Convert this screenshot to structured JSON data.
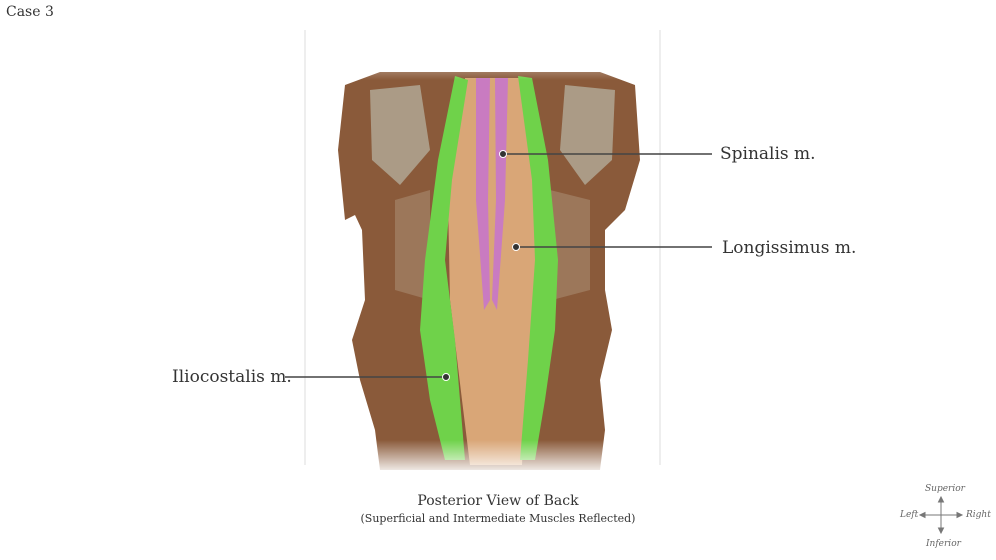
{
  "case_title": "Case 3",
  "labels": {
    "spinalis": "Spinalis m.",
    "longissimus": "Longissimus m.",
    "iliocostalis": "Iliocostalis m."
  },
  "caption": {
    "title": "Posterior View of Back",
    "subtitle": "(Superficial and Intermediate Muscles Reflected)"
  },
  "orientation": {
    "superior": "Superior",
    "inferior": "Inferior",
    "left": "Left",
    "right": "Right"
  },
  "colors": {
    "iliocostalis": "#6fd24a",
    "longissimus": "#d9a677",
    "spinalis": "#d98ad0",
    "tissue": "#8a5a3a"
  }
}
